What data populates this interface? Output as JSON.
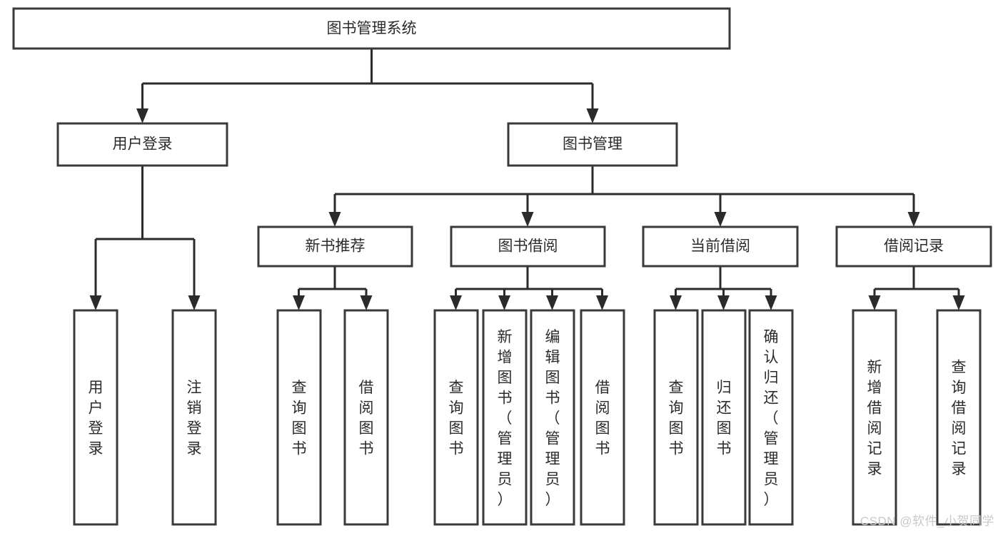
{
  "diagram": {
    "type": "tree",
    "title": "图书管理系统",
    "orientation": "top-down",
    "colors": {
      "box_stroke": "#3a3a3a",
      "box_fill": "#ffffff",
      "connector": "#2b2b2b",
      "text": "#2b2b2b",
      "background": "#ffffff",
      "watermark": "#c9c9c9"
    },
    "nodes": {
      "root": {
        "label": "图书管理系统",
        "level": 0,
        "orientation": "horizontal"
      },
      "level1": [
        {
          "id": "user-login",
          "label": "用户登录",
          "orientation": "horizontal"
        },
        {
          "id": "book-management",
          "label": "图书管理",
          "orientation": "horizontal"
        }
      ],
      "level2": [
        {
          "id": "new-book-recommend",
          "label": "新书推荐",
          "orientation": "horizontal",
          "parent": "book-management"
        },
        {
          "id": "book-borrow",
          "label": "图书借阅",
          "orientation": "horizontal",
          "parent": "book-management"
        },
        {
          "id": "current-borrow",
          "label": "当前借阅",
          "orientation": "horizontal",
          "parent": "book-management"
        },
        {
          "id": "borrow-record",
          "label": "借阅记录",
          "orientation": "horizontal",
          "parent": "book-management"
        }
      ],
      "leaves": [
        {
          "id": "leaf-user-login",
          "label": "用户登录",
          "parent": "user-login",
          "orientation": "vertical"
        },
        {
          "id": "leaf-user-logout",
          "label": "注销登录",
          "parent": "user-login",
          "orientation": "vertical"
        },
        {
          "id": "leaf-query-book-1",
          "label": "查询图书",
          "parent": "new-book-recommend",
          "orientation": "vertical"
        },
        {
          "id": "leaf-borrow-book-1",
          "label": "借阅图书",
          "parent": "new-book-recommend",
          "orientation": "vertical"
        },
        {
          "id": "leaf-query-book-2",
          "label": "查询图书",
          "parent": "book-borrow",
          "orientation": "vertical"
        },
        {
          "id": "leaf-add-book",
          "label": "新增图书（管理员）",
          "parent": "book-borrow",
          "orientation": "vertical"
        },
        {
          "id": "leaf-edit-book",
          "label": "编辑图书（管理员）",
          "parent": "book-borrow",
          "orientation": "vertical"
        },
        {
          "id": "leaf-borrow-book-2",
          "label": "借阅图书",
          "parent": "book-borrow",
          "orientation": "vertical"
        },
        {
          "id": "leaf-query-book-3",
          "label": "查询图书",
          "parent": "current-borrow",
          "orientation": "vertical"
        },
        {
          "id": "leaf-return-book",
          "label": "归还图书",
          "parent": "current-borrow",
          "orientation": "vertical"
        },
        {
          "id": "leaf-confirm-return",
          "label": "确认归还（管理员）",
          "parent": "current-borrow",
          "orientation": "vertical"
        },
        {
          "id": "leaf-add-record",
          "label": "新增借阅记录",
          "parent": "borrow-record",
          "orientation": "vertical"
        },
        {
          "id": "leaf-query-record",
          "label": "查询借阅记录",
          "parent": "borrow-record",
          "orientation": "vertical"
        }
      ]
    },
    "edges": [
      {
        "from": "root",
        "to": "user-login"
      },
      {
        "from": "root",
        "to": "book-management"
      },
      {
        "from": "user-login",
        "to": "leaf-user-login"
      },
      {
        "from": "user-login",
        "to": "leaf-user-logout"
      },
      {
        "from": "book-management",
        "to": "new-book-recommend"
      },
      {
        "from": "book-management",
        "to": "book-borrow"
      },
      {
        "from": "book-management",
        "to": "current-borrow"
      },
      {
        "from": "book-management",
        "to": "borrow-record"
      },
      {
        "from": "new-book-recommend",
        "to": "leaf-query-book-1"
      },
      {
        "from": "new-book-recommend",
        "to": "leaf-borrow-book-1"
      },
      {
        "from": "book-borrow",
        "to": "leaf-query-book-2"
      },
      {
        "from": "book-borrow",
        "to": "leaf-add-book"
      },
      {
        "from": "book-borrow",
        "to": "leaf-edit-book"
      },
      {
        "from": "book-borrow",
        "to": "leaf-borrow-book-2"
      },
      {
        "from": "current-borrow",
        "to": "leaf-query-book-3"
      },
      {
        "from": "current-borrow",
        "to": "leaf-return-book"
      },
      {
        "from": "current-borrow",
        "to": "leaf-confirm-return"
      },
      {
        "from": "borrow-record",
        "to": "leaf-add-record"
      },
      {
        "from": "borrow-record",
        "to": "leaf-query-record"
      }
    ]
  },
  "watermark": {
    "text": "CSDN @软件_小贺同学"
  }
}
